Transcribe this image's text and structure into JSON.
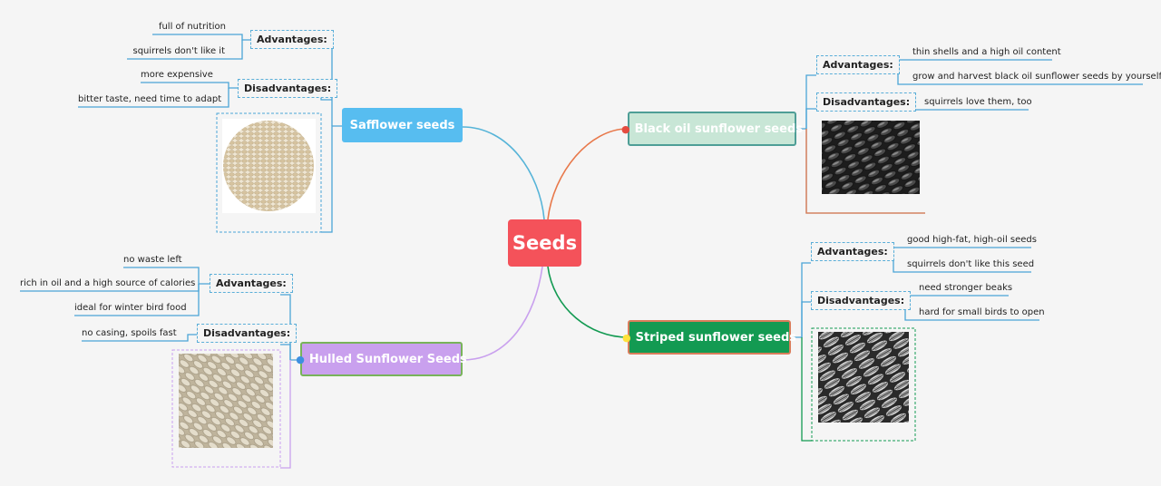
{
  "central_topic": "Seeds",
  "colors": {
    "central": "#f4525a",
    "safflower": "#57bdf0",
    "black_oil": "#c8e6d6",
    "striped": "#139a52",
    "hulled": "#c9a0ee",
    "line_blue": "#4aa5d6"
  },
  "branches": {
    "safflower": {
      "title": "Safflower seeds",
      "advantages_label": "Advantages:",
      "advantages": [
        "full of nutrition",
        "squirrels don't like it"
      ],
      "disadvantages_label": "Disadvantages:",
      "disadvantages": [
        "more expensive",
        "bitter taste, need time to adapt"
      ]
    },
    "black_oil": {
      "title": "Black oil sunflower seeds",
      "icon": "red-circle-icon",
      "advantages_label": "Advantages:",
      "advantages": [
        "thin shells and a high oil content",
        "grow and harvest black oil sunflower seeds by yourself"
      ],
      "disadvantages_label": "Disadvantages:",
      "disadvantages": [
        "squirrels love them, too"
      ]
    },
    "striped": {
      "title": "Striped sunflower seeds",
      "icon": "lightbulb-icon",
      "advantages_label": "Advantages:",
      "advantages": [
        "good high-fat, high-oil seeds",
        "squirrels don't like this seed"
      ],
      "disadvantages_label": "Disadvantages:",
      "disadvantages": [
        "need stronger beaks",
        "hard for small birds to open"
      ]
    },
    "hulled": {
      "title": "Hulled Sunflower Seeds",
      "icon": "balloons-icon",
      "advantages_label": "Advantages:",
      "advantages": [
        "no waste left",
        "rich in oil and a high source of calories",
        "ideal for winter bird food"
      ],
      "disadvantages_label": "Disadvantages:",
      "disadvantages": [
        "no casing, spoils fast"
      ]
    }
  }
}
